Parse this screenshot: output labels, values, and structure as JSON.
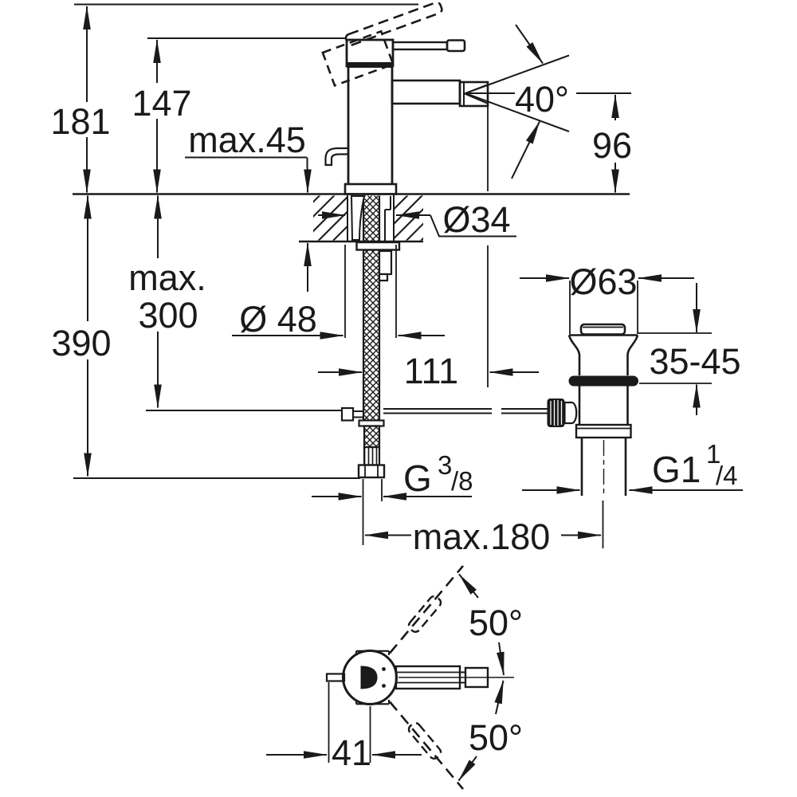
{
  "drawing": {
    "kind": "technical dimension drawing",
    "views": [
      "side elevation with mounting deck section",
      "plan view of handle swing"
    ],
    "colors": {
      "background": "#ffffff",
      "line": "#1a1a1a"
    },
    "dims": {
      "total_height": "181",
      "upper_height": "147",
      "max_deck": "max.45",
      "spray_angle": "40°",
      "outlet_height": "96",
      "hole_dia": "Ø34",
      "base_dia": "Ø 48",
      "hose_depth_1": "max.",
      "hose_depth_2": "300",
      "total_depth": "390",
      "projection": "111",
      "waste_dia": "Ø63",
      "waste_deck_range": "35-45",
      "waste_thread": "G1",
      "waste_thread_sup": "1",
      "waste_thread_sub": "/4",
      "supply_thread": "G",
      "supply_thread_sup": "3",
      "supply_thread_sub": "/8",
      "max_centers": "max.180",
      "swing_upper": "50°",
      "swing_lower": "50°",
      "supply_offset": "41"
    }
  }
}
